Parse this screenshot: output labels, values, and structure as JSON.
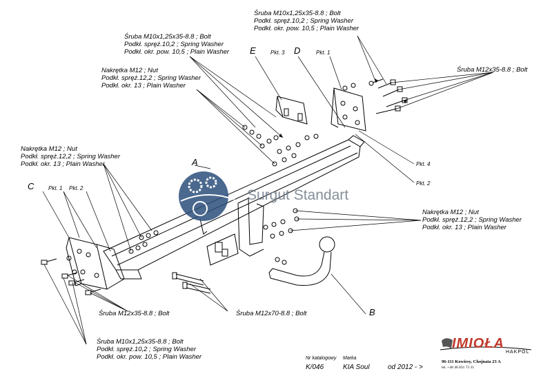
{
  "labels": {
    "top_bolt": [
      "Śruba M10x1,25x35-8.8 ;  Bolt",
      "Podkł. spręż.10,2 ; Spring Washer",
      "Podkł. okr. pow. 10,5 ; Plain Washer"
    ],
    "upper_left_bolt": [
      "Śruba M10x1,25x35-8.8 ;  Bolt",
      "Podkł. spręż.10,2 ; Spring Washer",
      "Podkł. okr. pow. 10,5 ; Plain Washer"
    ],
    "upper_nut": [
      "Nakrętka  M12 ; Nut",
      "Podkł. spręż.12,2 ; Spring Washer",
      "Podkł. okr. 13 ; Plain Washer"
    ],
    "left_nut": [
      "Nakrętka  M12 ; Nut",
      "Podkł. spręż.12,2 ; Spring Washer",
      "Podkł. okr. 13 ; Plain Washer"
    ],
    "right_nut": [
      "Nakrętka  M12 ; Nut",
      "Podkł. spręż.12,2 ; Spring Washer",
      "Podkł. okr. 13 ; Plain Washer"
    ],
    "right_bolt": "Śruba M12x35-8.8 ;  Bolt",
    "lower_bolt_left": "Śruba M12x35-8.8 ;  Bolt",
    "lower_bolt_mid": "Śruba M12x70-8.8 ;  Bolt",
    "bottom_bolt": [
      "Śruba M10x1,25x35-8.8 ;  Bolt",
      "Podkł. spręż.10,2 ; Spring Washer",
      "Podkł. okr. pow. 10,5 ; Plain Washer"
    ]
  },
  "letters": {
    "a": "A",
    "b": "B",
    "c": "C",
    "d": "D",
    "e": "E"
  },
  "pkt": {
    "pkt3": "Pkt. 3",
    "pkt1_top": "Pkt. 1",
    "pkt4": "Pkt. 4",
    "pkt2_right": "Pkt. 2",
    "pkt1_left": "Pkt. 1",
    "pkt2_left": "Pkt. 2"
  },
  "watermark": "Surgut Standart",
  "footer": {
    "catalog_label": "Nr katalogowy",
    "catalog_value": "K/046",
    "make_label": "Marka",
    "make_value": "KIA Soul",
    "year_value": "od  2012 - >"
  },
  "brand": {
    "name": "IMIOŁA",
    "sub": "HAKPOL",
    "address": "96-111 Kowiesy, Chojnata 23 A",
    "phone": "tel. +48 46 831 73 31",
    "color": "#c0392b"
  },
  "watermark_logo_color": "#2c4f7c"
}
